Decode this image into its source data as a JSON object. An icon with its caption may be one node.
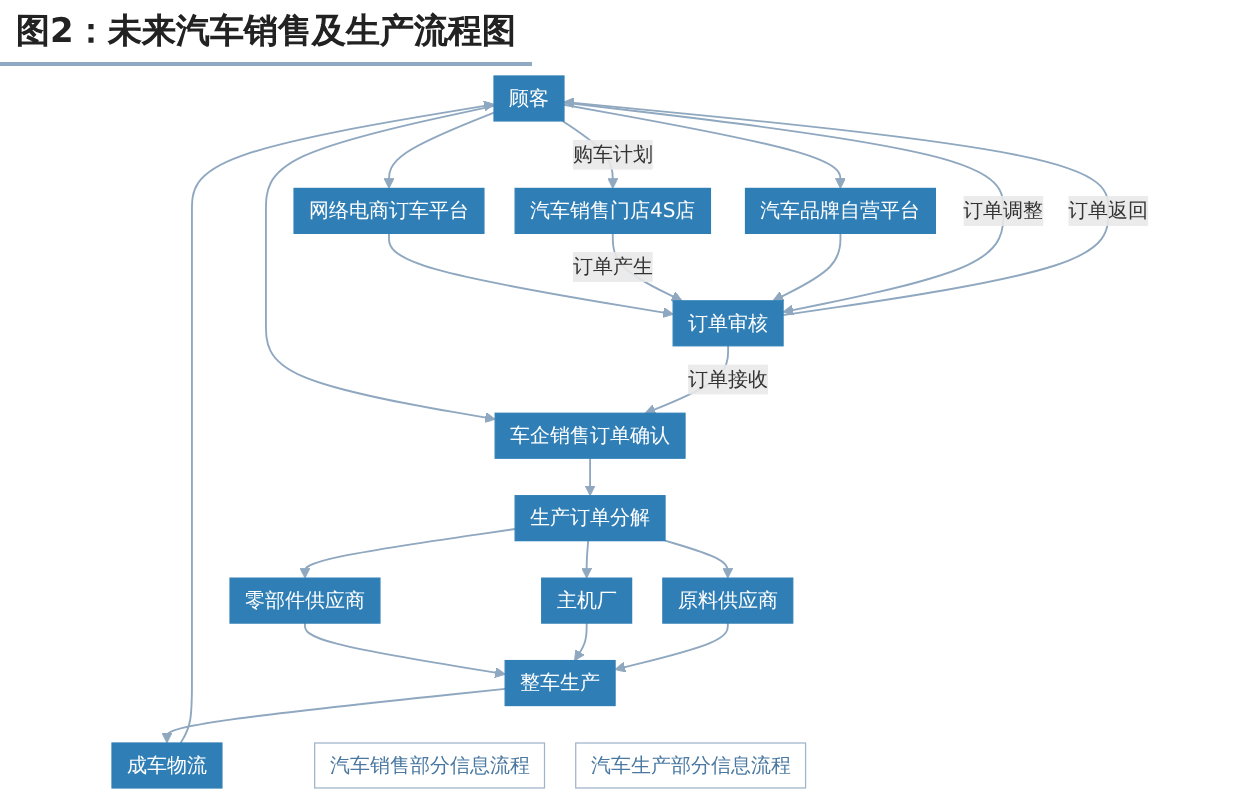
{
  "diagram": {
    "title": "图2：未来汽车销售及生产流程图",
    "nodes": [
      {
        "text": [
          "顾客"
        ]
      },
      {
        "text": [
          "网络电商订车平台"
        ]
      },
      {
        "text": [
          "汽车销售门店4S店"
        ]
      },
      {
        "text": [
          "汽车品牌自营平台"
        ]
      },
      {
        "text": [
          "订单审核"
        ]
      },
      {
        "text": [
          "车企销售订单确认"
        ]
      },
      {
        "text": [
          "汽车销售部分信息流程"
        ]
      },
      {
        "text": [
          "汽车生产部分信息流程"
        ]
      },
      {
        "text": [
          "生产订单分解"
        ]
      },
      {
        "text": [
          "零部件供应商"
        ]
      },
      {
        "text": [
          "主机厂"
        ]
      },
      {
        "text": [
          "原料供应商"
        ]
      },
      {
        "text": [
          "整车生产"
        ]
      },
      {
        "text": [
          "成车物流"
        ]
      }
    ],
    "edges": [
      {
        "from": 0,
        "to": 1,
        "arrow": "to"
      },
      {
        "from": 0,
        "to": 2,
        "arrow": "to",
        "label": "购车计划"
      },
      {
        "from": 0,
        "to": 3,
        "arrow": "to"
      },
      {
        "from": 1,
        "to": 4,
        "arrow": "to"
      },
      {
        "from": 2,
        "to": 4,
        "arrow": "to",
        "label": "订单产生"
      },
      {
        "from": 3,
        "to": 4,
        "arrow": "to"
      },
      {
        "from": 4,
        "to": 0,
        "arrow": "to",
        "label": "订单返回"
      },
      {
        "from": 0,
        "to": 4,
        "arrow": "to",
        "label": "订单调整"
      },
      {
        "from": 0,
        "to": 5,
        "arrow": "to"
      },
      {
        "from": 4,
        "to": 5,
        "arrow": "to",
        "label": "订单接收"
      },
      {
        "from": 5,
        "to": 8,
        "arrow": "to"
      },
      {
        "from": 8,
        "to": 9,
        "arrow": "to"
      },
      {
        "from": 8,
        "to": 10,
        "arrow": "to"
      },
      {
        "from": 8,
        "to": 11,
        "arrow": "to"
      },
      {
        "from": 9,
        "to": 12,
        "arrow": "to"
      },
      {
        "from": 10,
        "to": 12,
        "arrow": "to"
      },
      {
        "from": 11,
        "to": 12,
        "arrow": "to"
      },
      {
        "from": 12,
        "to": 13,
        "arrow": "to"
      },
      {
        "from": 13,
        "to": 0,
        "arrow": "to"
      }
    ]
  }
}
